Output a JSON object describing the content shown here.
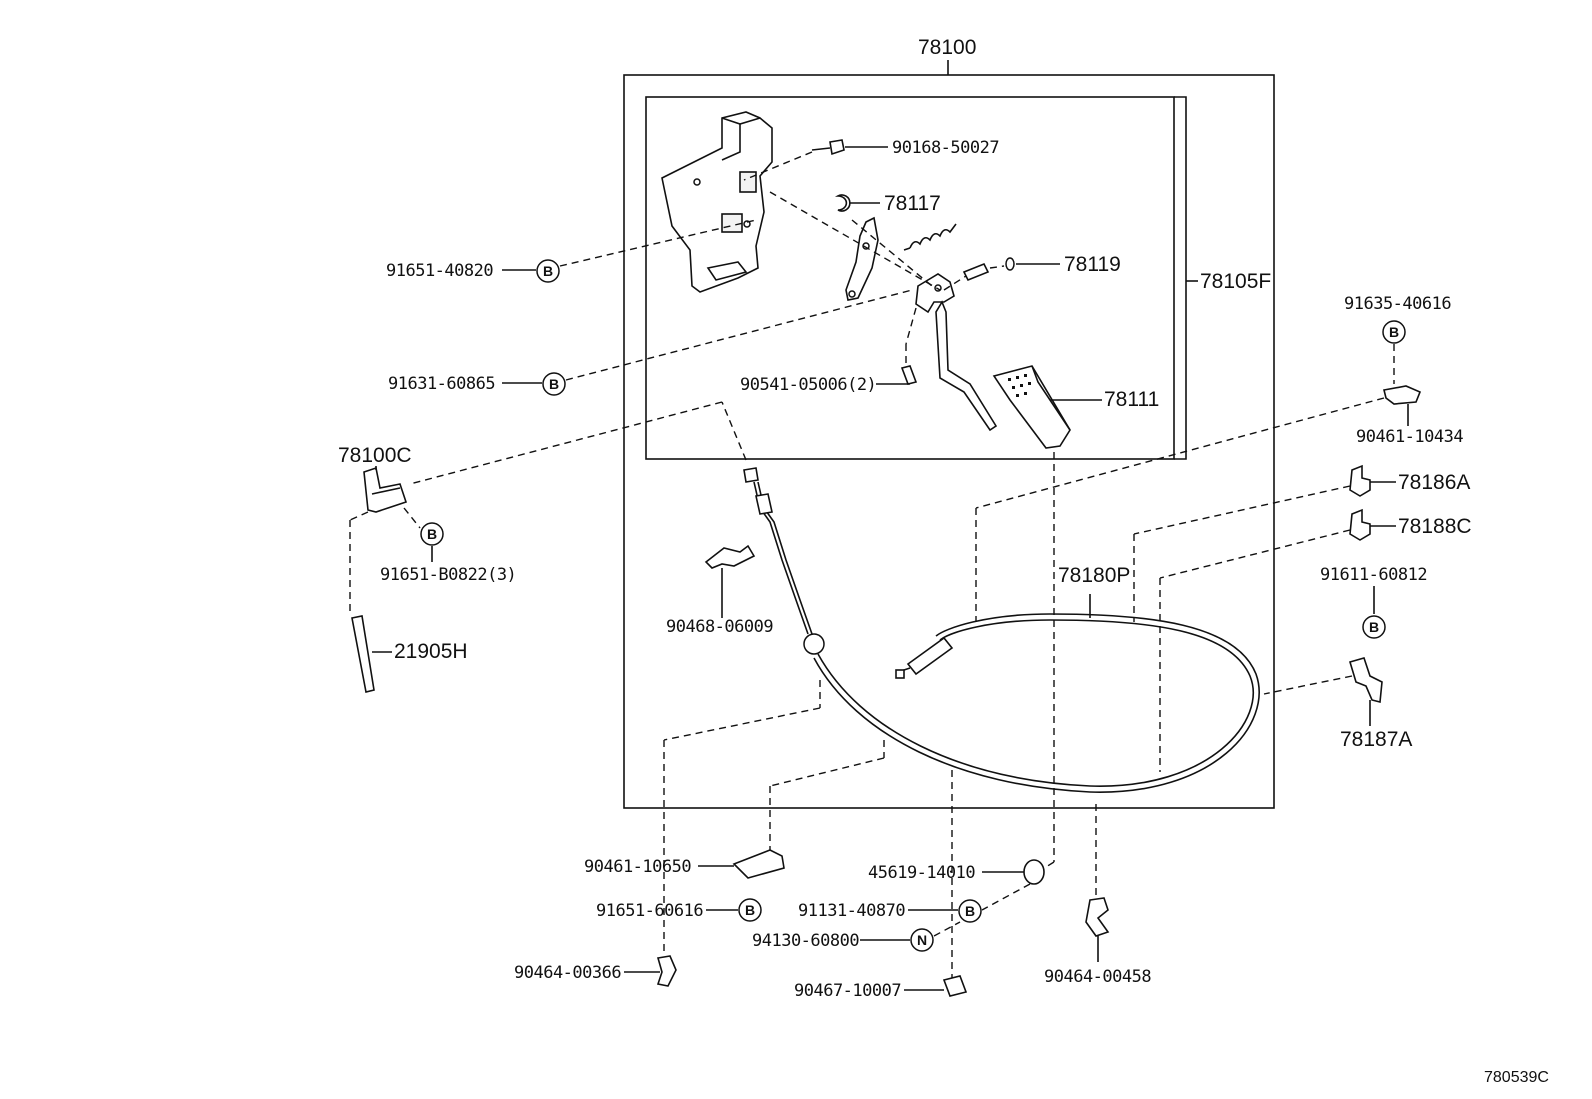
{
  "diagram_id": "780539C",
  "assembly": {
    "main": "78100",
    "pedal_sub": "78105F",
    "cable": "78180P"
  },
  "parts": {
    "p90168_50027": "90168-50027",
    "p78117": "78117",
    "p78119": "78119",
    "p78111": "78111",
    "p90541_05006": "90541-05006(2)",
    "p91651_40820": "91651-40820",
    "p91631_60865": "91631-60865",
    "p78100C": "78100C",
    "p91651_B0822": "91651-B0822(3)",
    "p21905H": "21905H",
    "p90468_06009": "90468-06009",
    "p91635_40616": "91635-40616",
    "p90461_10434": "90461-10434",
    "p78186A": "78186A",
    "p78188C": "78188C",
    "p91611_60812": "91611-60812",
    "p78187A": "78187A",
    "p90461_10650": "90461-10650",
    "p91651_60616": "91651-60616",
    "p90464_00366": "90464-00366",
    "p45619_14010": "45619-14010",
    "p91131_40870": "91131-40870",
    "p94130_60800": "94130-60800",
    "p90467_10007": "90467-10007",
    "p90464_00458": "90464-00458"
  },
  "markers": {
    "bolt": "B",
    "nut": "N"
  }
}
